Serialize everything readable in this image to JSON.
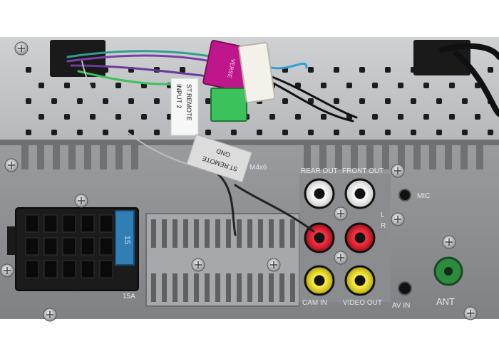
{
  "tags": {
    "st_remote_input": [
      "ST.REMOTE",
      "INPUT 2"
    ],
    "st_remote_gnd": [
      "ST.REMOTE",
      "GND"
    ],
    "pink_connector": "VERSE"
  },
  "panel_labels": {
    "rear_out": "REAR OUT",
    "front_out": "FRONT OUT",
    "mic": "MIC",
    "left": "L",
    "right": "R",
    "cam_in": "CAM IN",
    "video_out": "VIDEO OUT",
    "av_in": "AV IN",
    "ant": "ANT",
    "fuse_rating": "15A",
    "fuse_value": "15",
    "screw_size": "M4x6"
  },
  "colors": {
    "chassis_top": "#bfc1c4",
    "chassis_back": "#8d8f91",
    "connector_black": "#1b1b1b",
    "fuse_blue": "#2f7fb5",
    "rca_red": "#d3182a",
    "rca_yellow": "#e2d312",
    "rca_white": "#f2f2f2",
    "ant_green": "#2d8a3e",
    "wire_magenta": "#c0168c",
    "wire_green": "#3cc25a"
  }
}
